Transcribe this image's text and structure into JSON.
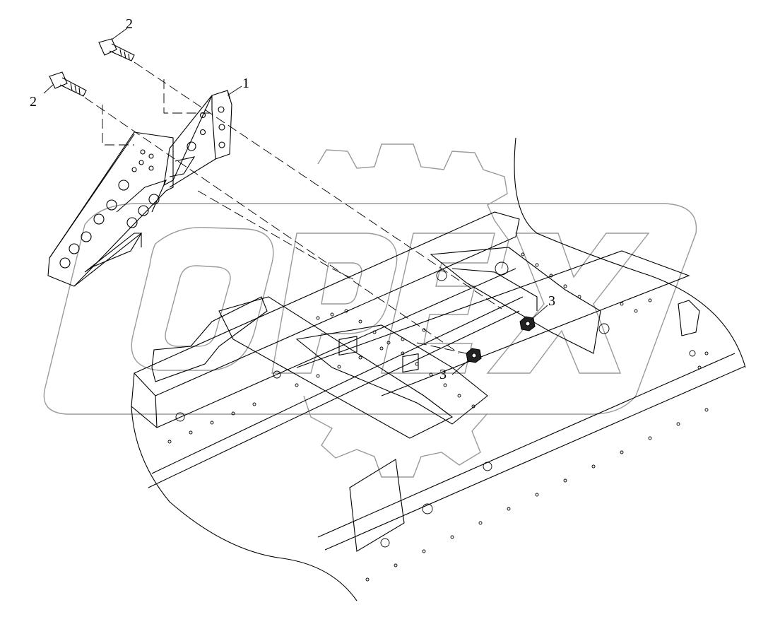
{
  "callouts": {
    "part_1": "1",
    "part_2_upper": "2",
    "part_2_lower": "2",
    "part_3_upper": "3",
    "part_3_lower": "3"
  },
  "watermark": {
    "text": "OPEX"
  },
  "colors": {
    "line": "#000000",
    "watermark": "#9a9a9a",
    "background": "#ffffff"
  }
}
